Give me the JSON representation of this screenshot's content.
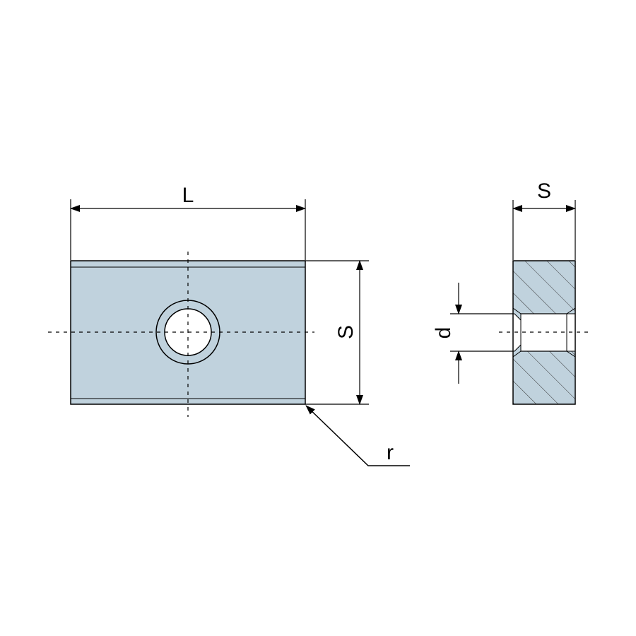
{
  "labels": {
    "length": "L",
    "height": "S",
    "thickness": "S",
    "hole_diameter": "d",
    "corner_radius": "r"
  },
  "colors": {
    "face": "#c0d2dd",
    "section": "#c0d2dd",
    "outline": "#000000",
    "background": "#ffffff"
  }
}
